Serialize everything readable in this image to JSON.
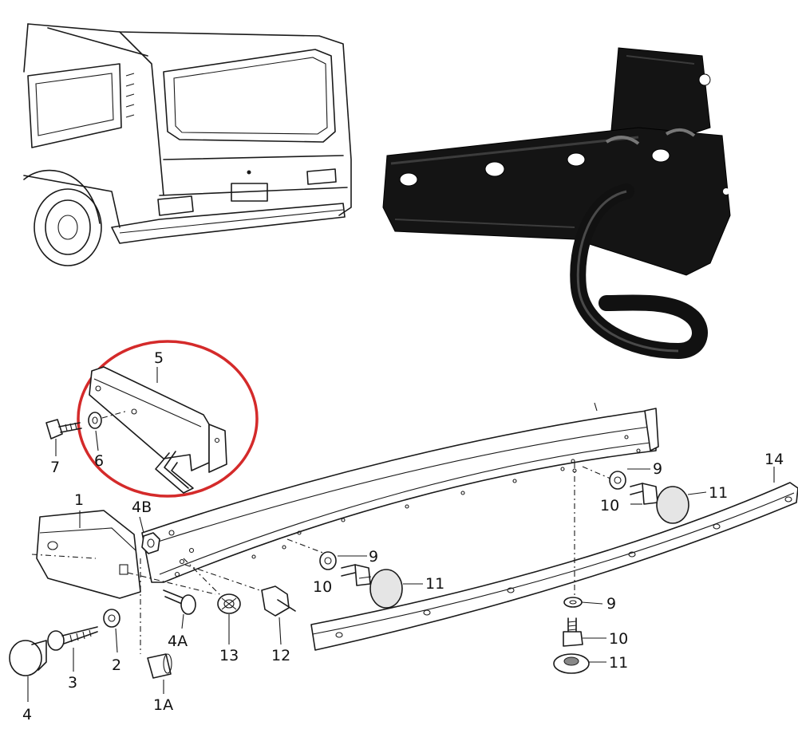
{
  "labels": {
    "l1": "1",
    "l1A": "1A",
    "l2": "2",
    "l3": "3",
    "l4": "4",
    "l4A": "4A",
    "l4B": "4B",
    "l5": "5",
    "l6": "6",
    "l7": "7",
    "l9a": "9",
    "l9b": "9",
    "l9c": "9",
    "l10a": "10",
    "l10b": "10",
    "l10c": "10",
    "l11a": "11",
    "l11b": "11",
    "l11c": "11",
    "l12": "12",
    "l13": "13",
    "l14": "14"
  },
  "colors": {
    "highlight_circle": "#d42a2a",
    "line_art": "#1a1a1a",
    "photo_part": "#141414",
    "background": "#ffffff"
  }
}
